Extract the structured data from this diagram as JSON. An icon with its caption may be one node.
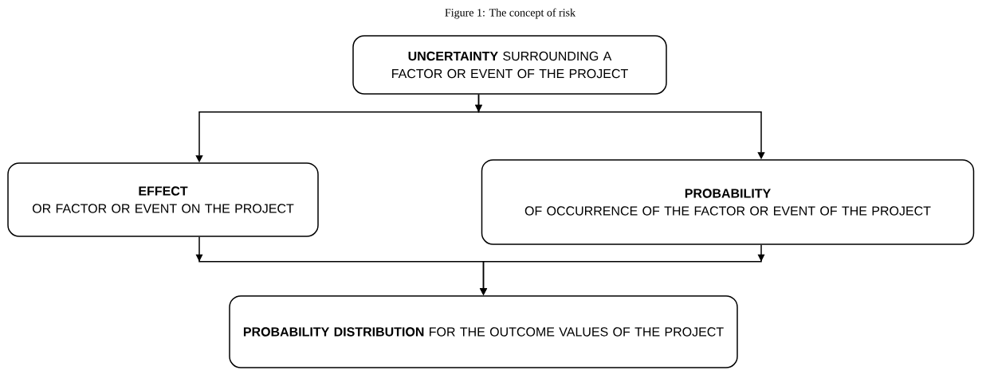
{
  "diagram": {
    "title": "Figure 1: The concept of risk",
    "nodes": [
      {
        "text": [
          "**UNCERTAINTY** SURROUNDING A FACTOR OR EVENT OF THE PROJECT"
        ]
      },
      {
        "text": [
          "EFFECT",
          "OR FACTOR OR EVENT ON THE PROJECT"
        ]
      },
      {
        "text": [
          "PROBABILITY",
          "OF OCCURRENCE OF THE FACTOR OR EVENT OF THE PROJECT"
        ]
      },
      {
        "text": [
          "**PROBABILITY DISTRIBUTION** FOR THE OUTCOME VALUES OF THE PROJECT"
        ]
      }
    ],
    "edges": [
      {
        "from": 0,
        "to": 1,
        "arrow": "to"
      },
      {
        "from": 0,
        "to": 2,
        "arrow": "to"
      },
      {
        "from": 1,
        "to": 3,
        "arrow": "to"
      },
      {
        "from": 2,
        "to": 3,
        "arrow": "to"
      }
    ]
  }
}
